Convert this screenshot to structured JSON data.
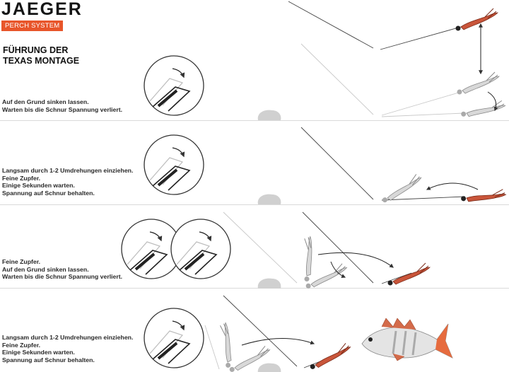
{
  "brand": {
    "name": "JAEGER",
    "subtitle": "PERCH SYSTEM",
    "accent_color": "#e8552a"
  },
  "title": {
    "line1": "FÜHRUNG DER",
    "line2": "TEXAS MONTAGE"
  },
  "steps": [
    {
      "lines": [
        "Auf den Grund sinken lassen.",
        "Warten bis die Schnur Spannung verliert."
      ]
    },
    {
      "lines": [
        "Langsam durch 1-2 Umdrehungen einziehen.",
        "Feine Zupfer.",
        "Einige Sekunden warten.",
        "Spannung auf Schnur behalten."
      ]
    },
    {
      "lines": [
        "Feine Zupfer.",
        "Auf den Grund sinken lassen.",
        "Warten bis die Schnur Spannung verliert."
      ]
    },
    {
      "lines": [
        "Langsam durch 1-2 Umdrehungen einziehen.",
        "Feine Zupfer.",
        "Einige Sekunden warten.",
        "Spannung auf Schnur behalten."
      ]
    }
  ],
  "icons": {
    "reel": "reel-handle-icon",
    "bait": "crayfish-bait-icon",
    "fish": "perch-icon",
    "rock": "rock-icon"
  },
  "colors": {
    "bait": "#c9553a",
    "ghost": "#c8c8c8",
    "line": "#444444"
  }
}
